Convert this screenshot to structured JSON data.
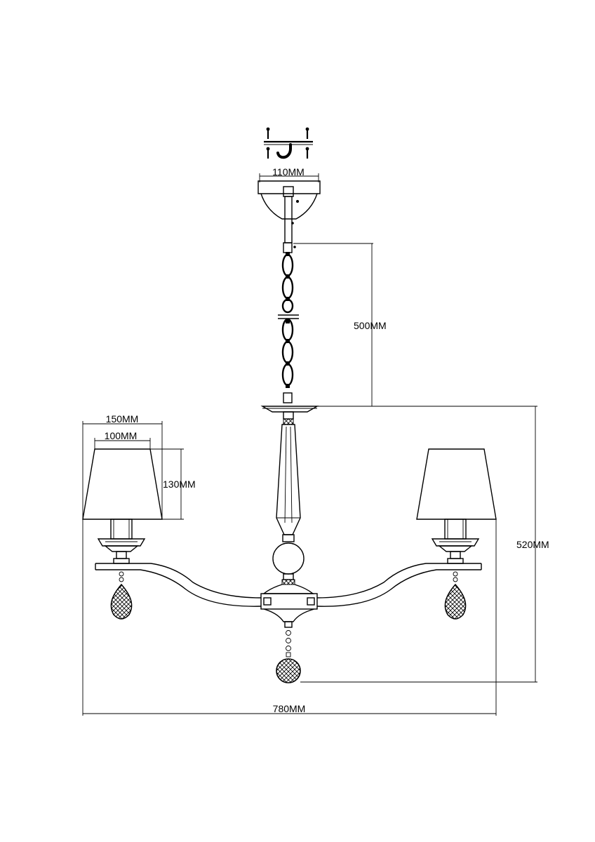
{
  "dimensions": {
    "canopy_width": "110MM",
    "chain_length": "500MM",
    "shade_top_outer": "150MM",
    "shade_top_inner": "100MM",
    "shade_height": "130MM",
    "total_height": "520MM",
    "total_width": "780MM"
  },
  "colors": {
    "line": "#000000",
    "background": "#ffffff"
  }
}
